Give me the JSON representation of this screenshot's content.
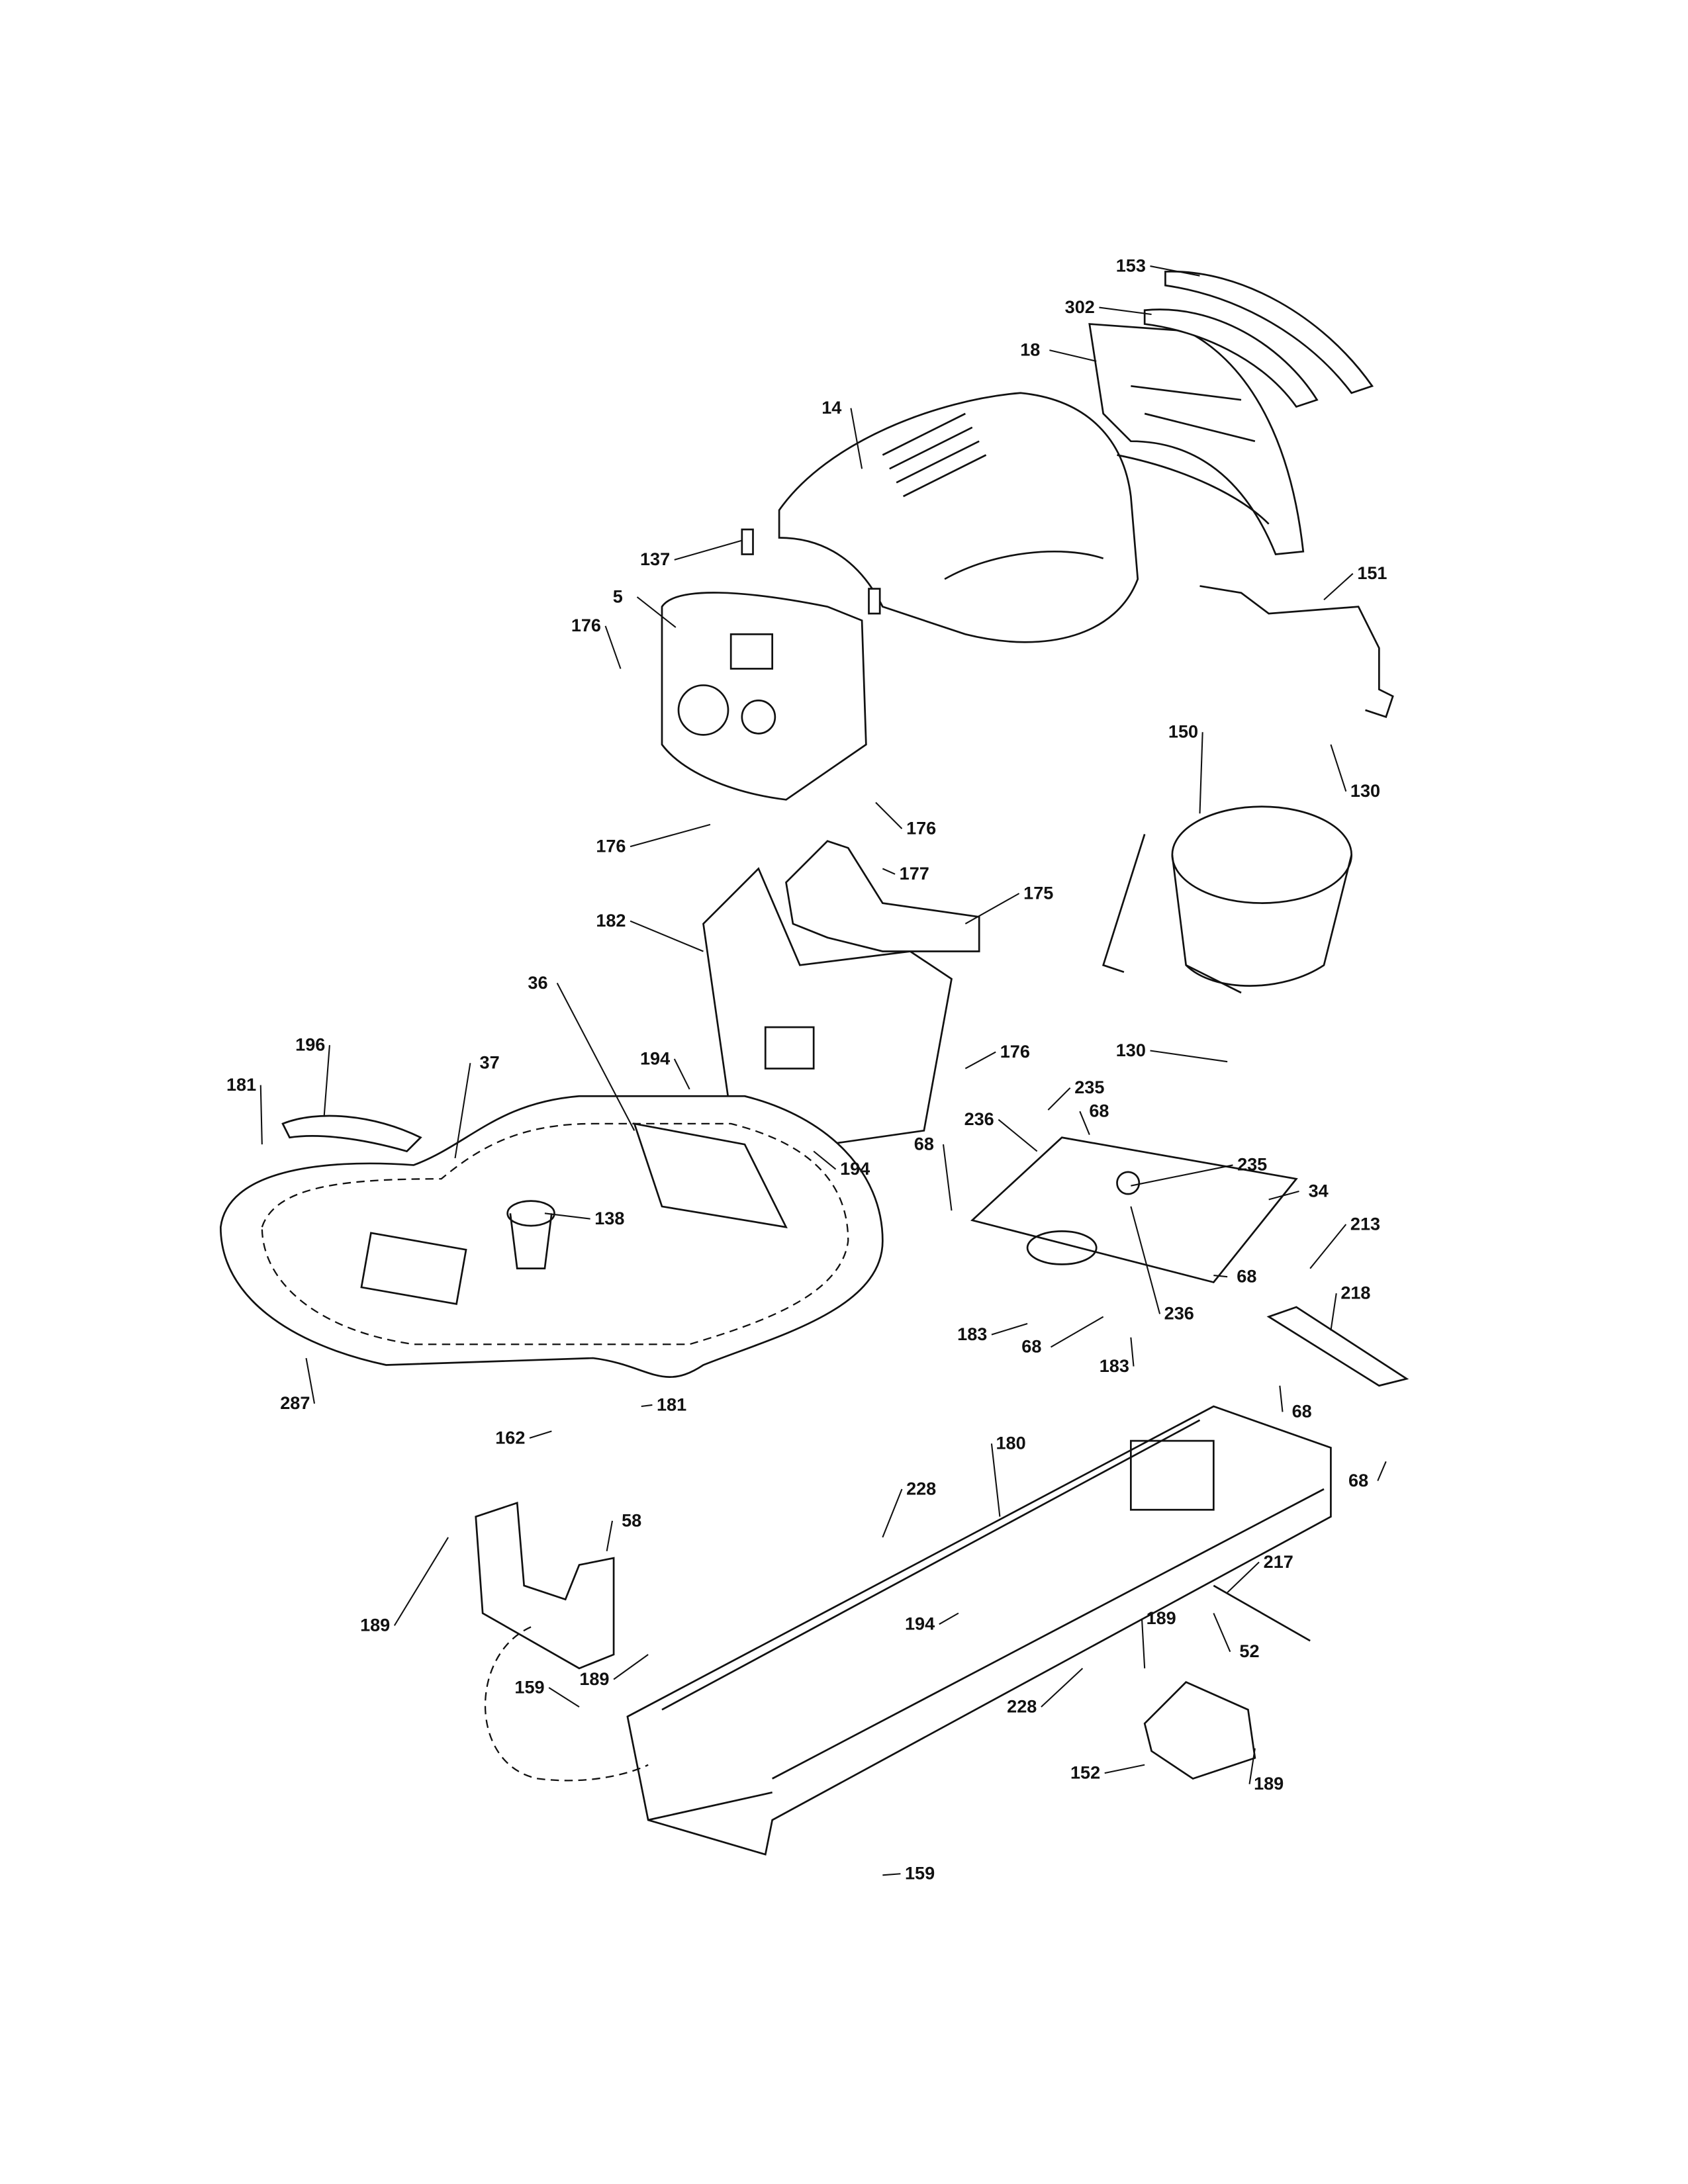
{
  "diagram": {
    "labels": [
      "153",
      "302",
      "18",
      "14",
      "137",
      "151",
      "5",
      "176",
      "130",
      "150",
      "176",
      "176",
      "177",
      "175",
      "182",
      "36",
      "196",
      "37",
      "181",
      "194",
      "235",
      "68",
      "130",
      "176",
      "236",
      "68",
      "235",
      "194",
      "34",
      "138",
      "213",
      "68",
      "218",
      "236",
      "183",
      "68",
      "183",
      "287",
      "181",
      "162",
      "68",
      "180",
      "68",
      "228",
      "58",
      "217",
      "189",
      "194",
      "189",
      "52",
      "189",
      "228",
      "159",
      "189",
      "152",
      "159"
    ]
  }
}
